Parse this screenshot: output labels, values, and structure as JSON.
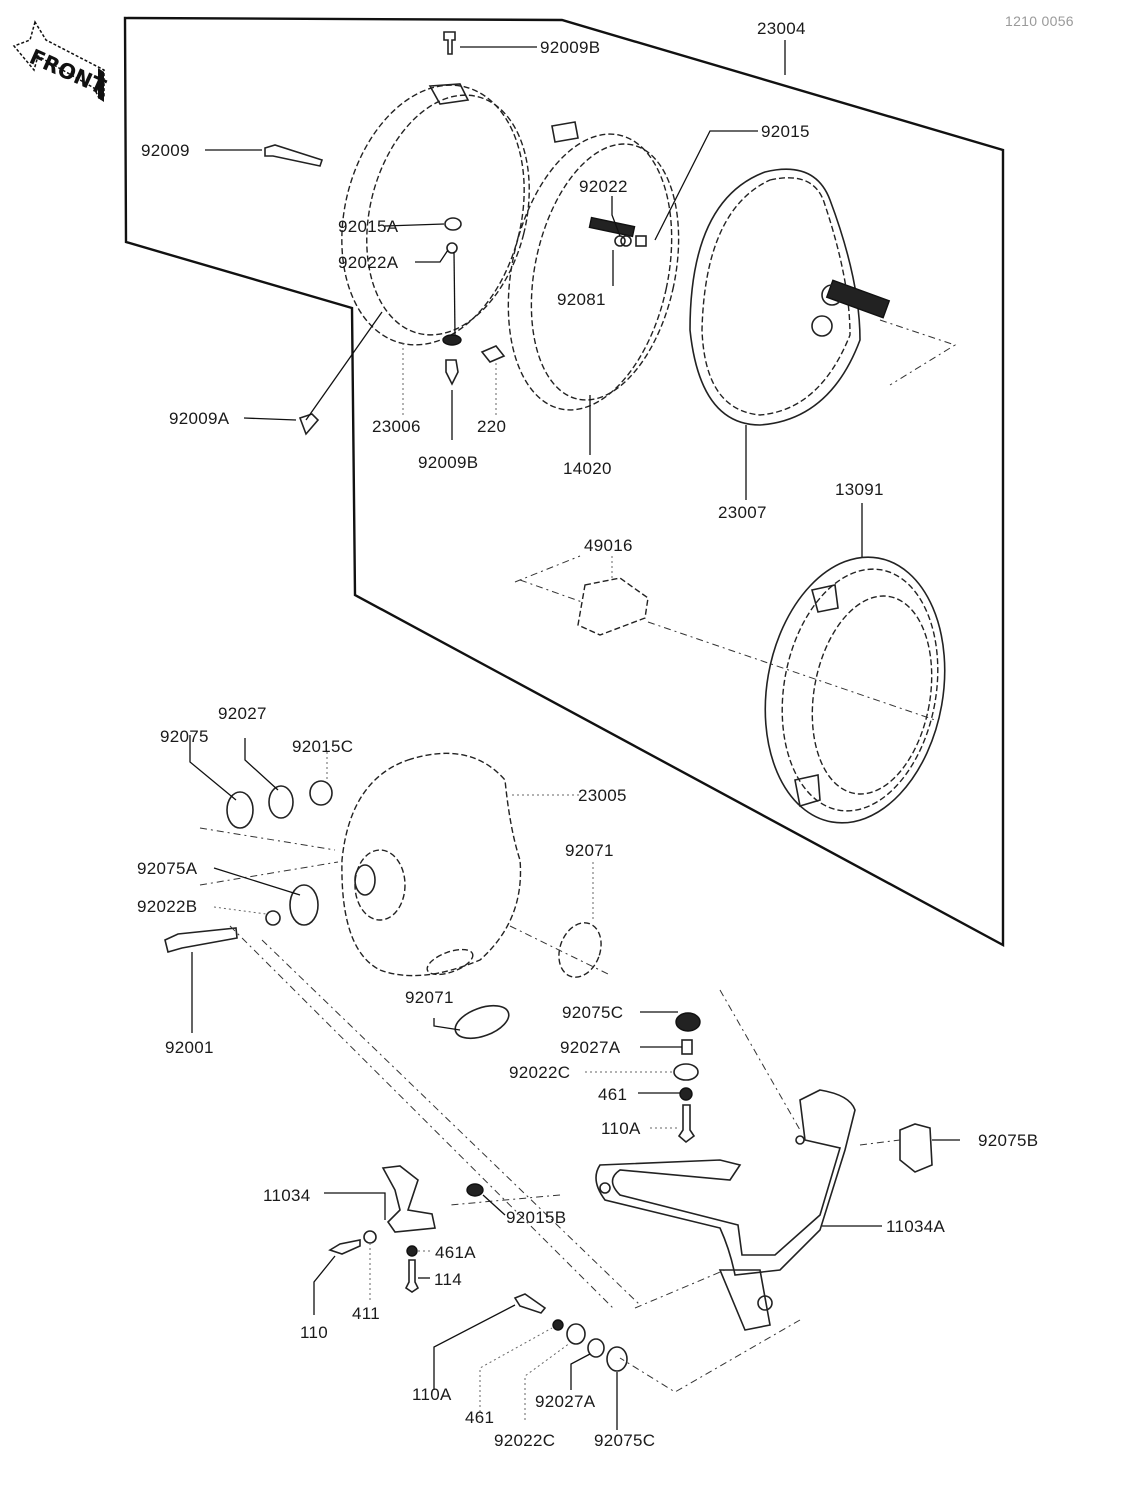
{
  "diagram": {
    "title": "Headlight assembly exploded parts diagram",
    "reference_code": "1210 0056",
    "front_indicator": "FRONT",
    "labels": {
      "p23004": "23004",
      "p92009B_top": "92009B",
      "p92009": "92009",
      "p92015": "92015",
      "p92022": "92022",
      "p92015A": "92015A",
      "p92022A": "92022A",
      "p92081": "92081",
      "p92009A": "92009A",
      "p23006": "23006",
      "p220": "220",
      "p92009B_bottom": "92009B",
      "p14020": "14020",
      "p23007": "23007",
      "p13091": "13091",
      "p49016": "49016",
      "p92075": "92075",
      "p92027": "92027",
      "p92015C": "92015C",
      "p23005": "23005",
      "p92075A": "92075A",
      "p92022B": "92022B",
      "p92071_right": "92071",
      "p92001": "92001",
      "p92071_left": "92071",
      "p92075C_upper": "92075C",
      "p92027A_upper": "92027A",
      "p92022C_upper": "92022C",
      "p461_upper": "461",
      "p110A_upper": "110A",
      "p92075B": "92075B",
      "p11034": "11034",
      "p92015B": "92015B",
      "p461A": "461A",
      "p114": "114",
      "p11034A": "11034A",
      "p110": "110",
      "p411": "411",
      "p110A_lower": "110A",
      "p461_lower": "461",
      "p92027A_lower": "92027A",
      "p92022C_lower": "92022C",
      "p92075C_lower": "92075C"
    }
  }
}
